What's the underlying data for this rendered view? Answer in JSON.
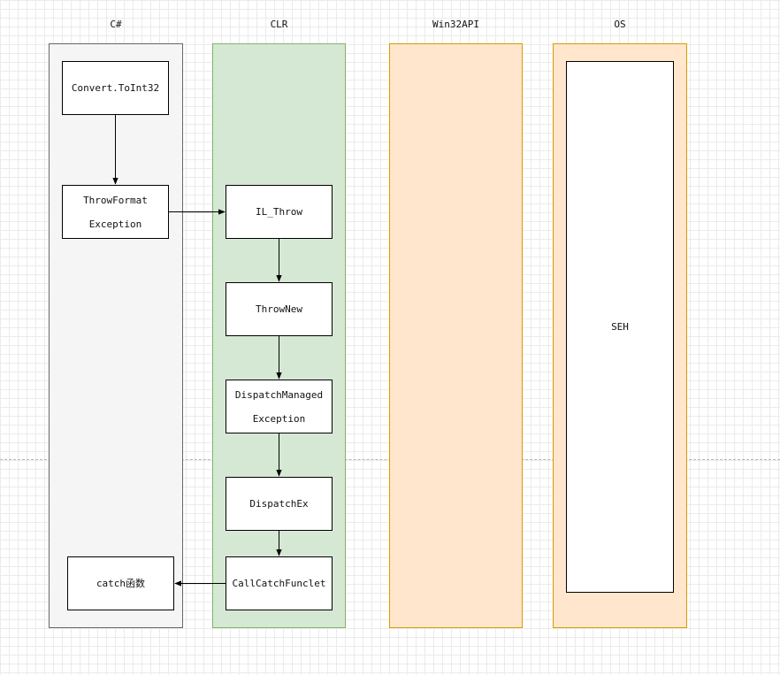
{
  "lanes": {
    "csharp": "C#",
    "clr": "CLR",
    "win32api": "Win32API",
    "os": "OS"
  },
  "nodes": {
    "convert_toint32": "Convert.ToInt32",
    "throw_format_exception": [
      "ThrowFormat",
      "Exception"
    ],
    "catch_function": "catch函数",
    "il_throw": "IL_Throw",
    "throw_new": "ThrowNew",
    "dispatch_managed_exception": [
      "DispatchManaged",
      "Exception"
    ],
    "dispatch_ex": "DispatchEx",
    "call_catch_funclet": "CallCatchFunclet",
    "seh": "SEH"
  },
  "edges": [
    {
      "from": "Convert.ToInt32",
      "to": "ThrowFormatException"
    },
    {
      "from": "ThrowFormatException",
      "to": "IL_Throw"
    },
    {
      "from": "IL_Throw",
      "to": "ThrowNew"
    },
    {
      "from": "ThrowNew",
      "to": "DispatchManagedException"
    },
    {
      "from": "DispatchManagedException",
      "to": "DispatchEx"
    },
    {
      "from": "DispatchEx",
      "to": "CallCatchFunclet"
    },
    {
      "from": "CallCatchFunclet",
      "to": "catch函数"
    }
  ],
  "colors": {
    "csharp_fill": "#f5f5f5",
    "csharp_stroke": "#666666",
    "clr_fill": "#d5e8d4",
    "clr_stroke": "#82b366",
    "native_fill": "#ffe6cc",
    "native_stroke": "#d79b00"
  }
}
